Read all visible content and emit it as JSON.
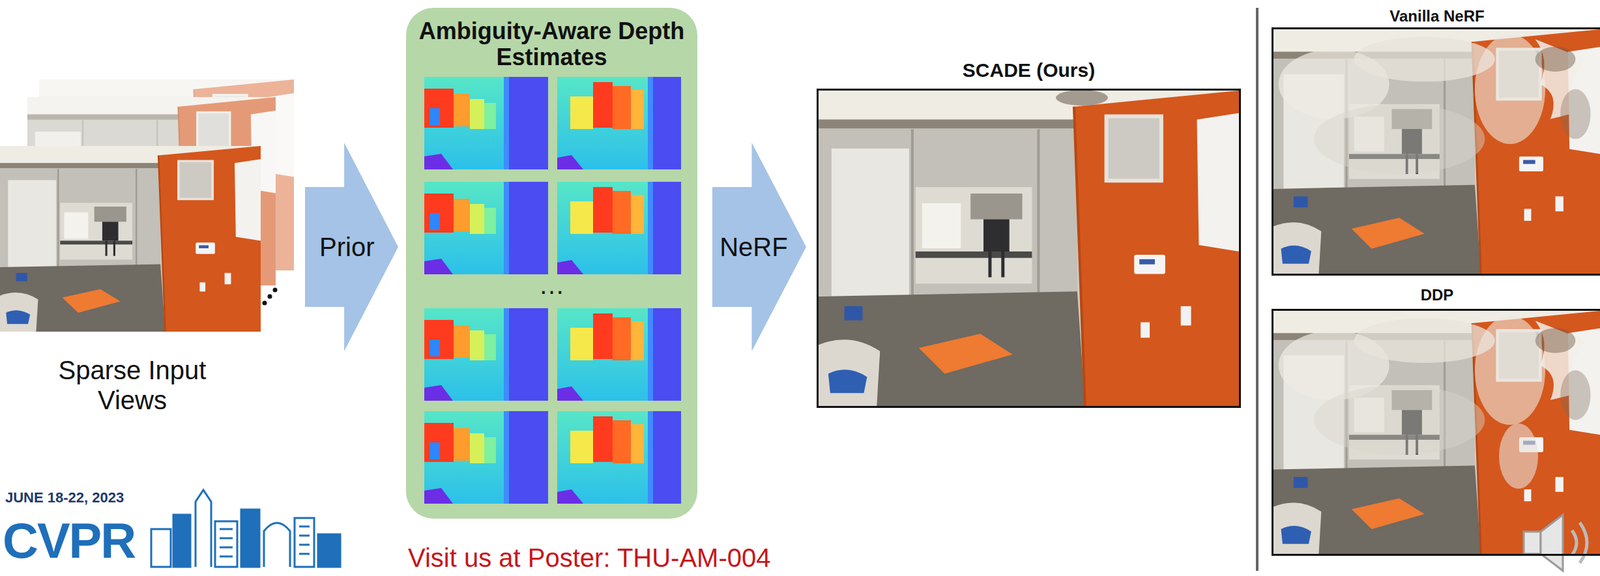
{
  "diagram": {
    "nodes": [
      {
        "text": [
          "Sparse Input Views"
        ]
      },
      {
        "text": [
          "Ambiguity-Aware Depth Estimates",
          "…"
        ]
      },
      {
        "text": [
          "SCADE (Ours)"
        ]
      },
      {
        "text": [
          "Vanilla NeRF"
        ]
      },
      {
        "text": [
          "DDP"
        ]
      }
    ],
    "edges": [
      {
        "from": 0,
        "to": 1,
        "label": "Prior",
        "arrow": "to"
      },
      {
        "from": 1,
        "to": 2,
        "label": "NeRF",
        "arrow": "to"
      }
    ],
    "labels": [
      "JUNE 18-22, 2023",
      "CVPR",
      "Visit us at Poster: THU-AM-004"
    ]
  }
}
